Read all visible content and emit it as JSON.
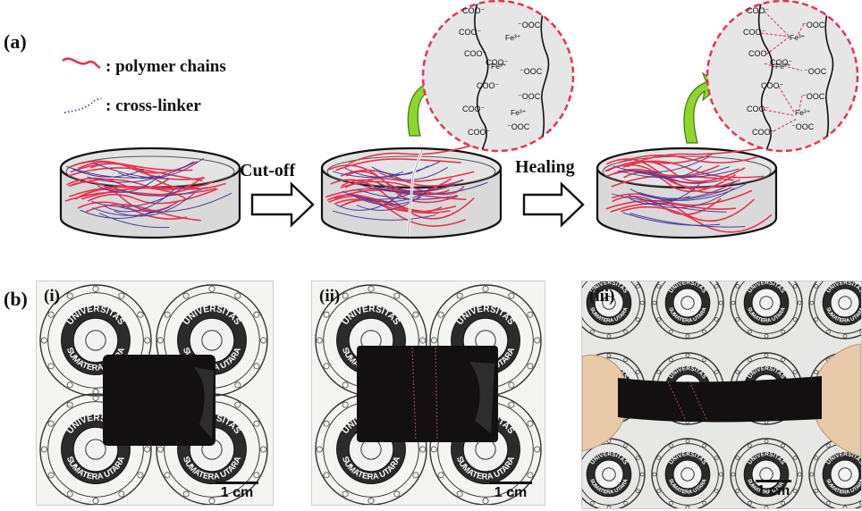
{
  "panel_a": {
    "label": "(a)",
    "legend": {
      "polymer_chains": ": polymer chains",
      "cross_linker": ": cross-linker"
    },
    "steps": [
      "Cut-off",
      "Healing"
    ],
    "zoom_left": {
      "groups_left": [
        "COO⁻",
        "COO⁻",
        "COO⁻",
        "COO⁻",
        "COO⁻",
        "COO⁻",
        "COO⁻"
      ],
      "groups_right": [
        "⁻OOC",
        "⁻OOC",
        "⁻OOC",
        "⁻OOC"
      ],
      "ions": [
        "Fe³⁺",
        "Fe³⁺",
        "Fe³⁺"
      ]
    },
    "zoom_right": {
      "groups_left": [
        "COO⁻",
        "COO⁻",
        "COO⁻",
        "COO⁻",
        "COO⁻",
        "COO⁻",
        "COO⁻"
      ],
      "groups_right": [
        "⁻OOC",
        "⁻OOC",
        "⁻OOC",
        "⁻OOC"
      ],
      "ions": [
        "Fe³⁺",
        "Fe³⁺",
        "Fe³⁺"
      ]
    }
  },
  "panel_b": {
    "label": "(b)",
    "photos": [
      {
        "tag": "(i)",
        "scale": "1 cm",
        "seal_text": "UNIVERSITAS",
        "seal_text2": "SUMATERA UTARA"
      },
      {
        "tag": "(ii)",
        "scale": "1 cm",
        "seal_text": "UNIVERSITAS",
        "seal_text2": "SUMATERA UTARA"
      },
      {
        "tag": "(iii)",
        "scale": "1 cm",
        "seal_text": "UNIVERSITAS",
        "seal_text2": "SUMATERA UTARA"
      }
    ]
  },
  "colors": {
    "polymer": "#e8344e",
    "crosslinker": "#4a3d9a",
    "dish_fill": "#d9d9d9",
    "zoom_border": "#e8344e",
    "zoom_fill": "#e6e6e6",
    "green_arrow": "#7ed321",
    "bond": "#e8344e",
    "gel": "#121010",
    "skin": "#e8c9a8"
  }
}
